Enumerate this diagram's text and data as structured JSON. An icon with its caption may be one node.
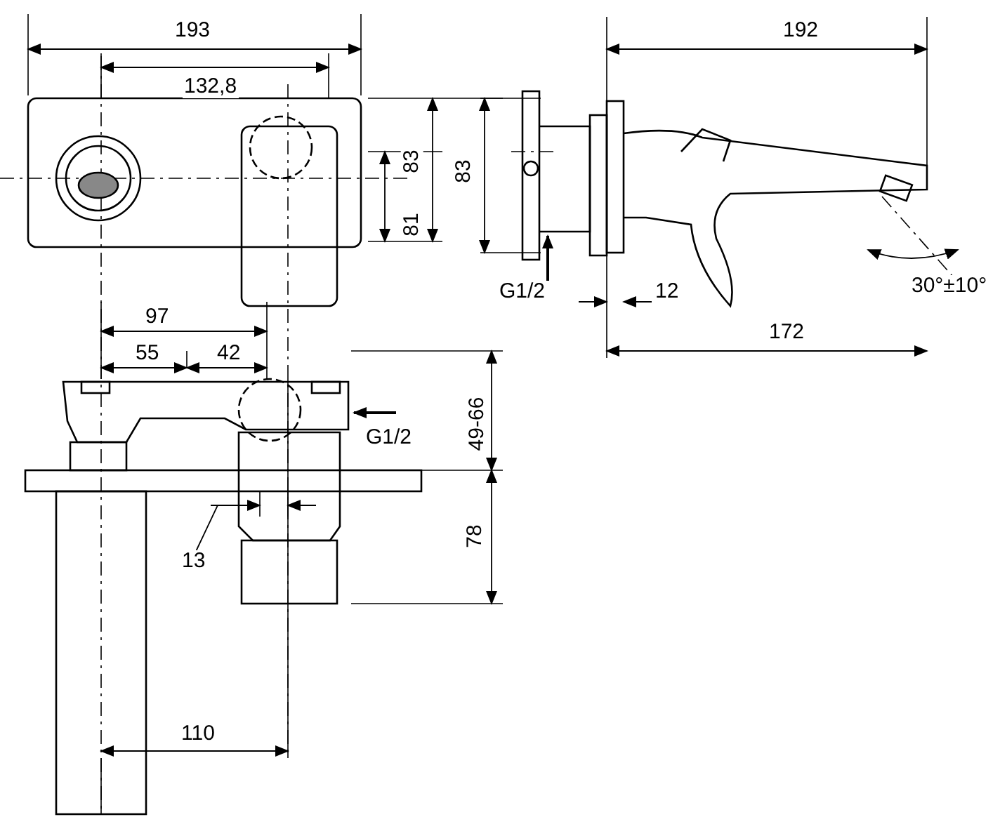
{
  "diagram": {
    "nodes": [
      {
        "text": [
          "13"
        ]
      },
      {
        "text": [],
        "shape": "line"
      }
    ],
    "edges": [
      {
        "from": 0,
        "to": 1,
        "arrow": "none"
      }
    ],
    "labels": [
      "193",
      "132,8",
      "83",
      "83",
      "81",
      "192",
      "G1/2",
      "12",
      "30°±10°",
      "172",
      "97",
      "55",
      "42",
      "G1/2",
      "49-66",
      "78",
      "110"
    ]
  }
}
